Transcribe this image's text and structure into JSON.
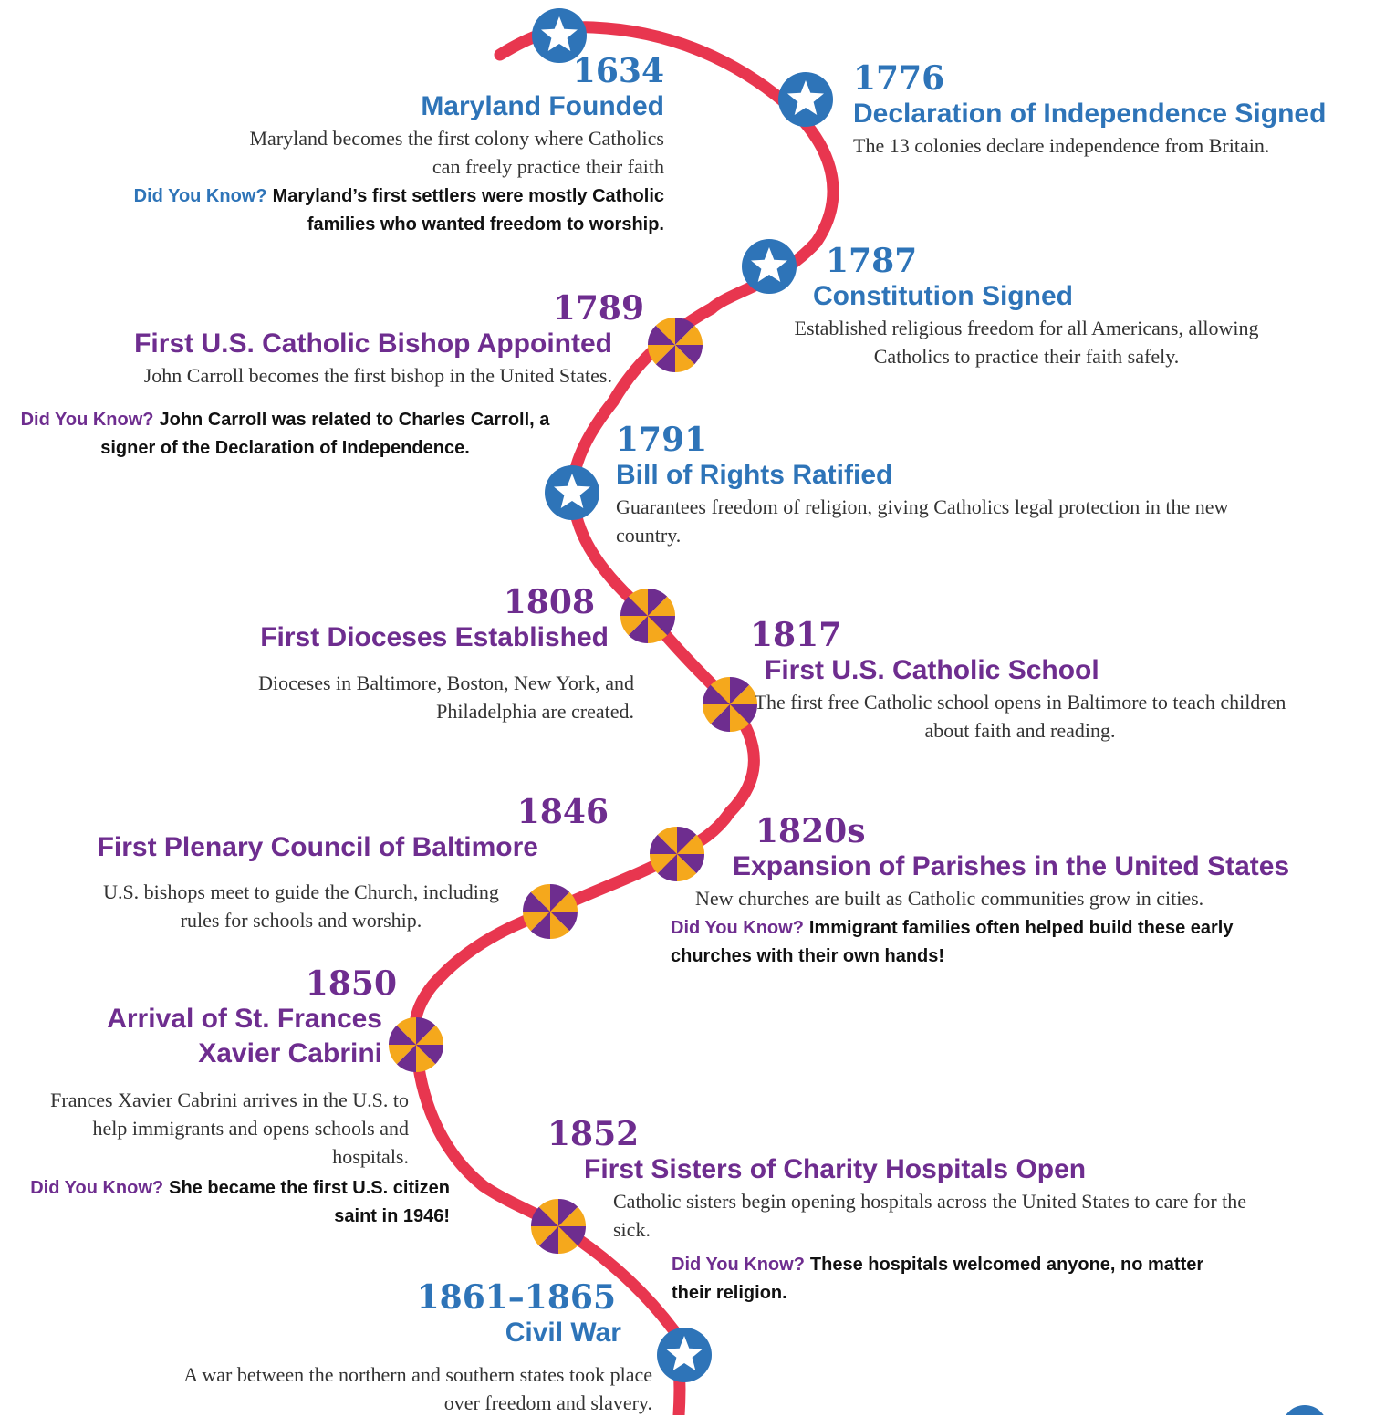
{
  "colors": {
    "road": "#e8364f",
    "star_marker": "#2e74b8",
    "pinwheel_purple": "#6e2d8f",
    "pinwheel_gold": "#f5a81c",
    "blue_text": "#2e74b8",
    "purple_text": "#6e2d8f"
  },
  "dyk_label": "Did You Know?",
  "events": [
    {
      "year": "1634",
      "title": "Maryland Founded",
      "description": "Maryland becomes the first colony where Catholics can freely practice their faith",
      "did_you_know": "Maryland’s first settlers were mostly Catholic families who wanted freedom to worship.",
      "marker": "star-icon"
    },
    {
      "year": "1776",
      "title": "Declaration of Independence Signed",
      "description": "The 13 colonies declare independence from Britain.",
      "marker": "star-icon"
    },
    {
      "year": "1787",
      "title": "Constitution Signed",
      "description": "Established religious freedom for all Americans, allowing Catholics to practice their faith safely.",
      "marker": "star-icon"
    },
    {
      "year": "1789",
      "title": "First U.S. Catholic Bishop Appointed",
      "description": "John Carroll becomes the first bishop in the United States.",
      "did_you_know": "John Carroll was related to Charles Carroll, a signer of the Declaration of Independence.",
      "marker": "pinwheel-icon"
    },
    {
      "year": "1791",
      "title": "Bill of Rights Ratified",
      "description": "Guarantees freedom of religion, giving Catholics legal protection in the new country.",
      "marker": "star-icon"
    },
    {
      "year": "1808",
      "title": "First Dioceses Established",
      "description": "Dioceses in Baltimore, Boston, New York, and Philadelphia are created.",
      "marker": "pinwheel-icon"
    },
    {
      "year": "1817",
      "title": "First U.S. Catholic School",
      "description": "The first free Catholic school opens in Baltimore to teach children about faith and reading.",
      "marker": "pinwheel-icon"
    },
    {
      "year": "1846",
      "title": "First Plenary Council of Baltimore",
      "description": "U.S. bishops meet to guide the Church, including rules for schools and worship.",
      "marker": "pinwheel-icon"
    },
    {
      "year": "1820s",
      "title": "Expansion of Parishes in the United States",
      "description": "New churches are built as Catholic communities grow in cities.",
      "did_you_know": "Immigrant families often helped build these early churches with their own hands!",
      "marker": "pinwheel-icon"
    },
    {
      "year": "1850",
      "title": "Arrival of St. Frances Xavier Cabrini",
      "description": "Frances Xavier Cabrini arrives in the U.S. to help immigrants and opens schools and hospitals.",
      "did_you_know": "She became the first U.S. citizen saint in 1946!",
      "marker": "pinwheel-icon"
    },
    {
      "year": "1852",
      "title": "First Sisters of Charity Hospitals Open",
      "description": "Catholic sisters begin opening hospitals across the United States to care for the sick.",
      "did_you_know": "These hospitals welcomed anyone, no matter their religion.",
      "marker": "pinwheel-icon"
    },
    {
      "year": "1861–1865",
      "title": "Civil War",
      "description": "A war between the northern and southern states took place over freedom and slavery.",
      "marker": "star-icon"
    }
  ]
}
